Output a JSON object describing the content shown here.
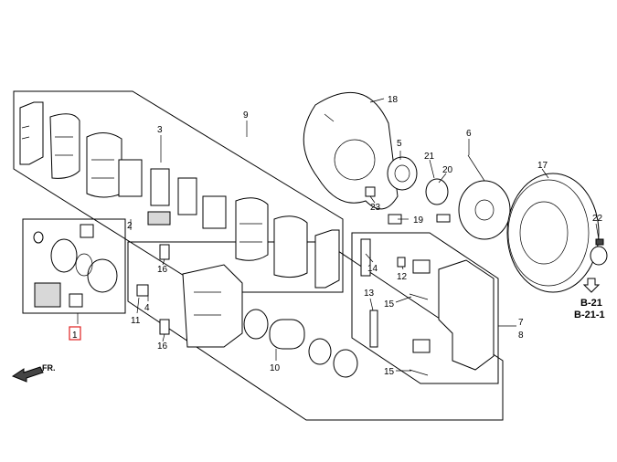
{
  "callouts": {
    "c1": "1",
    "c2": "2",
    "c3": "3",
    "c4": "4",
    "c5": "5",
    "c6": "6",
    "c7": "7",
    "c8": "8",
    "c9": "9",
    "c10": "10",
    "c11": "11",
    "c12": "12",
    "c13": "13",
    "c14": "14",
    "c15a": "15",
    "c15b": "15",
    "c16a": "16",
    "c16b": "16",
    "c17": "17",
    "c18": "18",
    "c19": "19",
    "c20": "20",
    "c21": "21",
    "c22": "22",
    "c23": "23"
  },
  "refs": {
    "ref_a": "B-21",
    "ref_b": "B-21-1"
  },
  "direction": {
    "label": "FR."
  },
  "colors": {
    "line": "#000000",
    "highlight": "#e02020",
    "background": "#ffffff"
  }
}
